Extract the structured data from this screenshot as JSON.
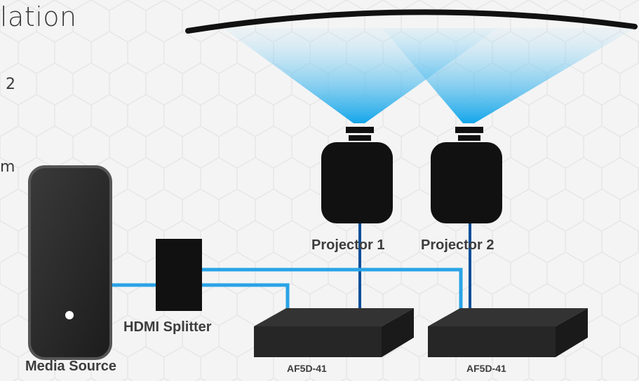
{
  "diagram": {
    "title_fragment": "lation",
    "text_fragment_1": "2",
    "text_fragment_2": "m",
    "projector_1": "Projector 1",
    "projector_2": "Projector 2",
    "splitter": "HDMI Splitter",
    "media_source": "Media Source",
    "receiver_1": "AF5D-41",
    "receiver_2": "AF5D-41"
  },
  "colors": {
    "background": "#f4f4f4",
    "hdmi_cable": "#29a3e6",
    "fiber_cable": "#0e4f9a",
    "device": "#111111",
    "beam": "#2ea8e8"
  }
}
